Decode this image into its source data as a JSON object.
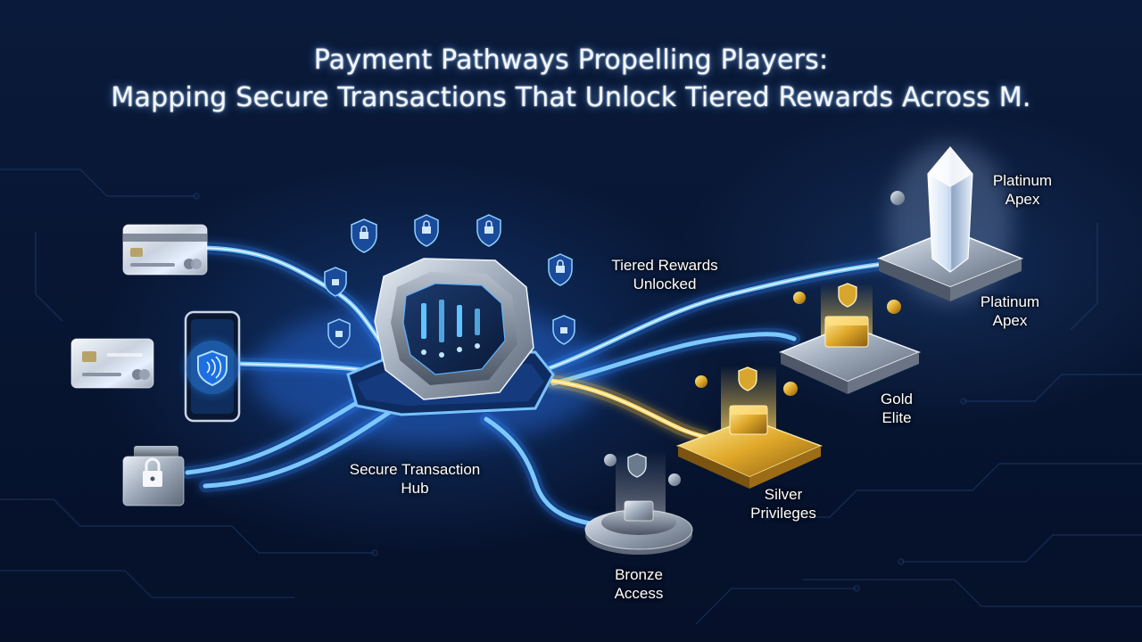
{
  "title": {
    "line1": "Payment Pathways Propelling Players:",
    "line2": "Mapping Secure Transactions That Unlock Tiered Rewards Across M."
  },
  "labels": {
    "hub": {
      "line1": "Secure Transaction",
      "line2": "Hub"
    },
    "tiered": {
      "line1": "Tiered Rewards",
      "line2": "Unlocked"
    },
    "platinum_top": {
      "line1": "Platinum",
      "line2": "Apex"
    },
    "platinum": {
      "line1": "Platinum",
      "line2": "Apex"
    },
    "gold": {
      "line1": "Gold",
      "line2": "Elite"
    },
    "silver": {
      "line1": "Silver",
      "line2": "Privileges"
    },
    "bronze": {
      "line1": "Bronze",
      "line2": "Access"
    }
  },
  "icons": {
    "payment_sources": [
      "credit-card-icon",
      "mobile-nfc-icon",
      "contactless-card-icon",
      "secure-wallet-icon"
    ],
    "hub": "transaction-hub-icon",
    "rewards": [
      "bronze-pedestal-icon",
      "silver-pedestal-icon",
      "gold-pedestal-icon",
      "platinum-crystal-icon"
    ]
  },
  "colors": {
    "background": "#06122b",
    "path_blue": "#4fb4ff",
    "path_gold": "#ffd24a",
    "glow": "#8fd0ff"
  }
}
